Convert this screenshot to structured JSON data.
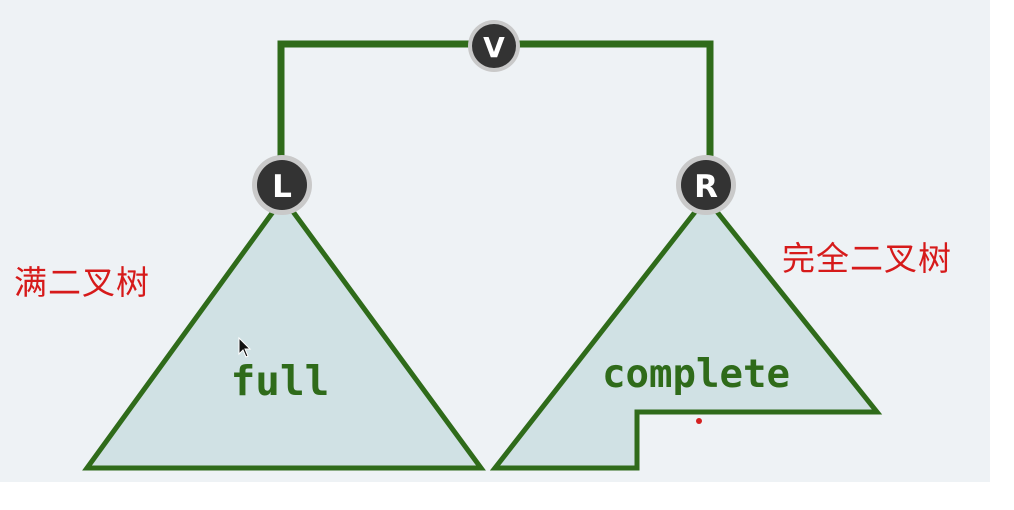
{
  "nodes": {
    "root": "V",
    "left": "L",
    "right": "R"
  },
  "subtrees": {
    "left_label": "full",
    "right_label": "complete"
  },
  "captions": {
    "left": "满二叉树",
    "right": "完全二叉树"
  },
  "colors": {
    "edge": "#2f6b1a",
    "subtree_fill": "#d0e1e4",
    "node_fill": "#333333",
    "node_ring": "#c9c9c9",
    "node_text": "#ffffff",
    "caption_text": "#d61a1a",
    "subtree_text": "#2f6b1a"
  }
}
